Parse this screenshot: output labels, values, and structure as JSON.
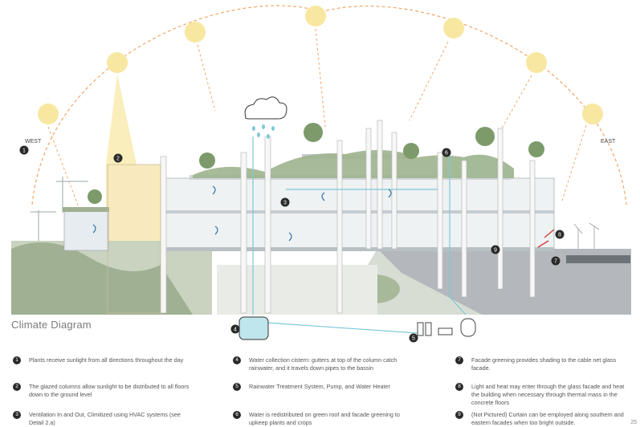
{
  "diagram": {
    "title": "Climate Diagram",
    "direction_labels": {
      "west": "WEST",
      "east": "EAST"
    },
    "page_number": "25",
    "markers": [
      "1",
      "2",
      "3",
      "4",
      "5",
      "6",
      "7",
      "8",
      "9"
    ]
  },
  "legend": [
    {
      "num": "1",
      "text": "Plants receive sunlight from all directions throughout the day"
    },
    {
      "num": "2",
      "text": "The glazed columns allow sunlight to be distributed to all floors down to the ground level"
    },
    {
      "num": "3",
      "text": "Ventilation In and Out, Climitized using HVAC systems (see Detail 2.a)"
    },
    {
      "num": "4",
      "text": "Water collection cistern: gutters at top of  the column catch rainwater, and it travels down pipes to the bassin"
    },
    {
      "num": "5",
      "text": "Rainwater Treatment System, Pump, and Water Heater"
    },
    {
      "num": "6",
      "text": "Water is redistributed on green roof and facade greening to upkeep plants and crops"
    },
    {
      "num": "7",
      "text": "Facade greening provides shading to the cable net glass facade."
    },
    {
      "num": "8",
      "text": "Light and heat may enter through the glass facade and heat the building when necessary through thermal mass in the concrete floors"
    },
    {
      "num": "9",
      "text": "(Not Pictured) Curtain can be employed along southern and eastern facades when too bright outside."
    }
  ],
  "colors": {
    "sun": "#f8e7a0",
    "arc": "#f0a86a",
    "water": "#7ec9d6",
    "marker": "#2a2a2a",
    "greenery": "#8aa57a",
    "river": "#9ea3a8"
  }
}
